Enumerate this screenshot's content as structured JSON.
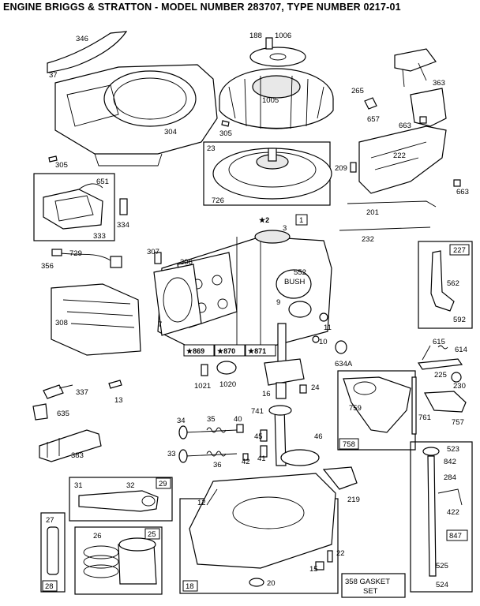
{
  "title": "ENGINE BRIGGS & STRATTON - MODEL NUMBER 283707, TYPE NUMBER 0217-01",
  "labels": {
    "p346": "346",
    "p37": "37",
    "p304": "304",
    "p305a": "305",
    "p305b": "305",
    "p188": "188",
    "p1006": "1006",
    "p1005": "1005",
    "p363": "363",
    "p265": "265",
    "p657": "657",
    "p663a": "663",
    "p663b": "663",
    "p222": "222",
    "p209": "209",
    "p23": "23",
    "p726": "726",
    "p651": "651",
    "p334": "334",
    "p333": "333",
    "p201": "201",
    "p232": "232",
    "p2": "★2",
    "p3": "3",
    "p1": "1",
    "p729": "729",
    "p356": "356",
    "p307": "307",
    "p306": "306",
    "p552": "552",
    "bush": "BUSH",
    "p9": "9",
    "p227": "227",
    "p562": "562",
    "p592": "592",
    "p308": "308",
    "p7": "7",
    "p11": "11",
    "p10": "10",
    "p869": "★869",
    "p870": "★870",
    "p871": "★871",
    "p634a": "634A",
    "p615": "615",
    "p614": "614",
    "p225": "225",
    "p230": "230",
    "p1021": "1021",
    "p1020": "1020",
    "p337": "337",
    "p13": "13",
    "p16": "16",
    "p24": "24",
    "p759": "759",
    "p761": "761",
    "p757": "757",
    "p758": "758",
    "p635": "635",
    "p741": "741",
    "p34": "34",
    "p35": "35",
    "p40": "40",
    "p45": "45",
    "p46": "46",
    "p383": "383",
    "p33": "33",
    "p36": "36",
    "p42": "42",
    "p41": "41",
    "p523": "523",
    "p842": "842",
    "p284": "284",
    "p31": "31",
    "p32": "32",
    "p29": "29",
    "p219": "219",
    "p422": "422",
    "p12": "12",
    "p27": "27",
    "p26": "26",
    "p25": "25",
    "p847": "847",
    "p22": "22",
    "p28": "28",
    "p18": "18",
    "p15": "15",
    "p20": "20",
    "p525": "525",
    "p524": "524",
    "gasket1": "358 GASKET",
    "gasket2": "SET"
  }
}
